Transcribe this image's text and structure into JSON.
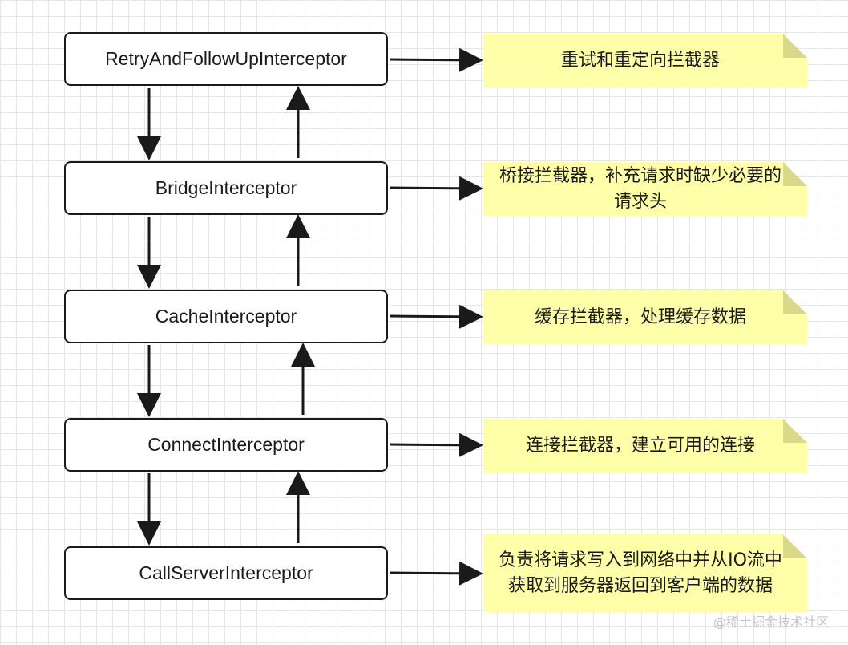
{
  "interceptors": [
    {
      "name": "RetryAndFollowUpInterceptor",
      "note": "重试和重定向拦截器"
    },
    {
      "name": "BridgeInterceptor",
      "note": "桥接拦截器，补充请求时缺少必要的请求头"
    },
    {
      "name": "CacheInterceptor",
      "note": "缓存拦截器，处理缓存数据"
    },
    {
      "name": "ConnectInterceptor",
      "note": "连接拦截器，建立可用的连接"
    },
    {
      "name": "CallServerInterceptor",
      "note": "负责将请求写入到网络中并从IO流中获取到服务器返回到客户端的数据"
    }
  ],
  "watermark": "@稀土掘金技术社区",
  "colors": {
    "note_bg": "#ffffaa",
    "note_fold": "#d9d98c",
    "stroke": "#1a1a1a",
    "grid": "#e6e6e6"
  }
}
